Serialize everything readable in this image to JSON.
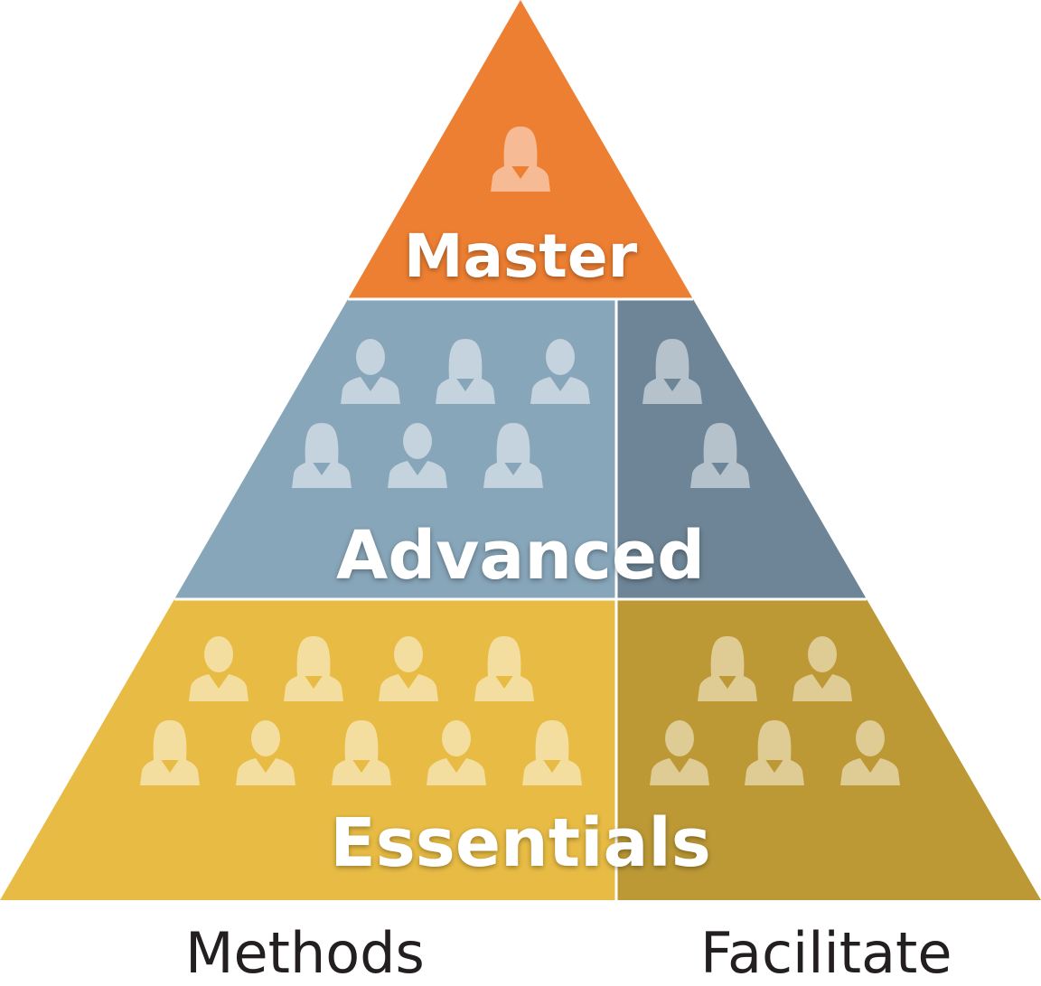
{
  "tiers": {
    "master": {
      "label": "Master"
    },
    "advanced": {
      "label": "Advanced"
    },
    "essentials": {
      "label": "Essentials"
    }
  },
  "columns": {
    "methods": {
      "label": "Methods"
    },
    "facilitate": {
      "label": "Facilitate"
    }
  },
  "colors": {
    "master": "#ed7f32",
    "advanced_methods": "#88a6ba",
    "advanced_facilitate": "#6d8596",
    "essentials_methods": "#e8bc44",
    "essentials_facilitate": "#bc9935",
    "divider": "#ffffff",
    "icon_master": "#f6bb95",
    "icon_advanced_methods": "#c4d3dd",
    "icon_advanced_facilitate": "#b6c2cb",
    "icon_essentials_methods": "#f4de9f",
    "icon_essentials_facilitate": "#dfcb94"
  }
}
